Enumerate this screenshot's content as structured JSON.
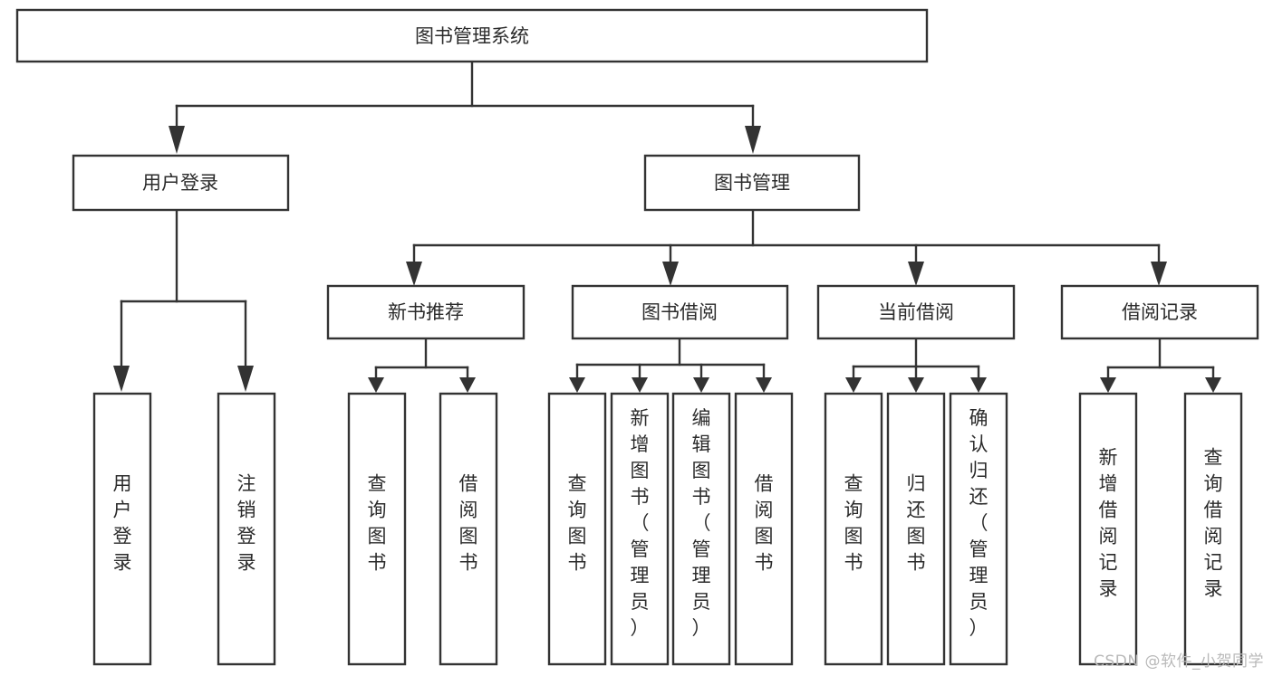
{
  "diagram": {
    "title": "图书管理系统",
    "type": "tree-hierarchy",
    "watermark": "CSDN @软件_小贺同学",
    "colors": {
      "stroke": "#333333",
      "fill": "#ffffff",
      "text": "#2b2b2b",
      "watermark": "#b9b9b9"
    },
    "root": {
      "label": "图书管理系统"
    },
    "level1": [
      {
        "label": "用户登录"
      },
      {
        "label": "图书管理"
      }
    ],
    "level2": [
      {
        "label": "新书推荐"
      },
      {
        "label": "图书借阅"
      },
      {
        "label": "当前借阅"
      },
      {
        "label": "借阅记录"
      }
    ],
    "leaves": {
      "user_login": [
        {
          "label": "用户登录"
        },
        {
          "label": "注销登录"
        }
      ],
      "new_book_recommend": [
        {
          "label": "查询图书"
        },
        {
          "label": "借阅图书"
        }
      ],
      "book_borrow": [
        {
          "label": "查询图书"
        },
        {
          "label": "新增图书（管理员）"
        },
        {
          "label": "编辑图书（管理员）"
        },
        {
          "label": "借阅图书"
        }
      ],
      "current_borrow": [
        {
          "label": "查询图书"
        },
        {
          "label": "归还图书"
        },
        {
          "label": "确认归还（管理员）"
        }
      ],
      "borrow_record": [
        {
          "label": "新增借阅记录"
        },
        {
          "label": "查询借阅记录"
        }
      ]
    }
  }
}
